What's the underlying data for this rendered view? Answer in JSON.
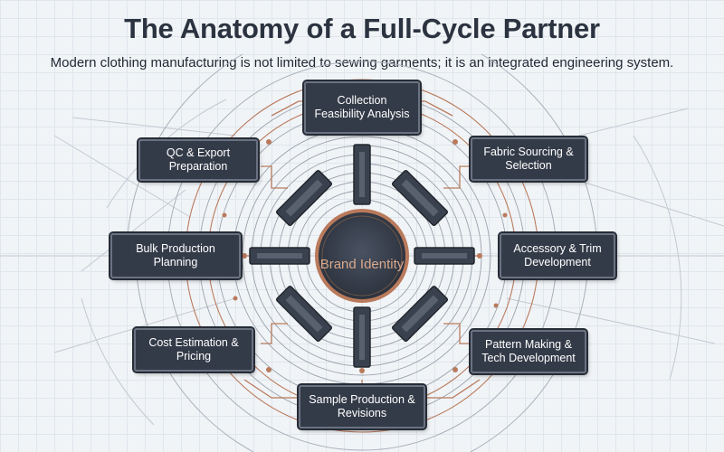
{
  "title": "The Anatomy of a Full-Cycle Partner",
  "subtitle": "Modern clothing manufacturing is not limited to sewing garments; it is an integrated engineering system.",
  "hub": {
    "label": "Brand Identity"
  },
  "nodes": [
    {
      "label": "Collection Feasibility Analysis"
    },
    {
      "label": "Fabric Sourcing & Selection"
    },
    {
      "label": "Accessory & Trim Development"
    },
    {
      "label": "Pattern Making & Tech Development"
    },
    {
      "label": "Sample Production & Revisions"
    },
    {
      "label": "Cost Estimation & Pricing"
    },
    {
      "label": "Bulk Production Planning"
    },
    {
      "label": "QC & Export Preparation"
    }
  ],
  "colors": {
    "node_fill": "#343b48",
    "node_border": "#6a7282",
    "accent_copper": "#b97a5c",
    "hub_text": "#d9a98c",
    "ring_line": "#9aa1ab",
    "background": "#f1f4f7"
  }
}
